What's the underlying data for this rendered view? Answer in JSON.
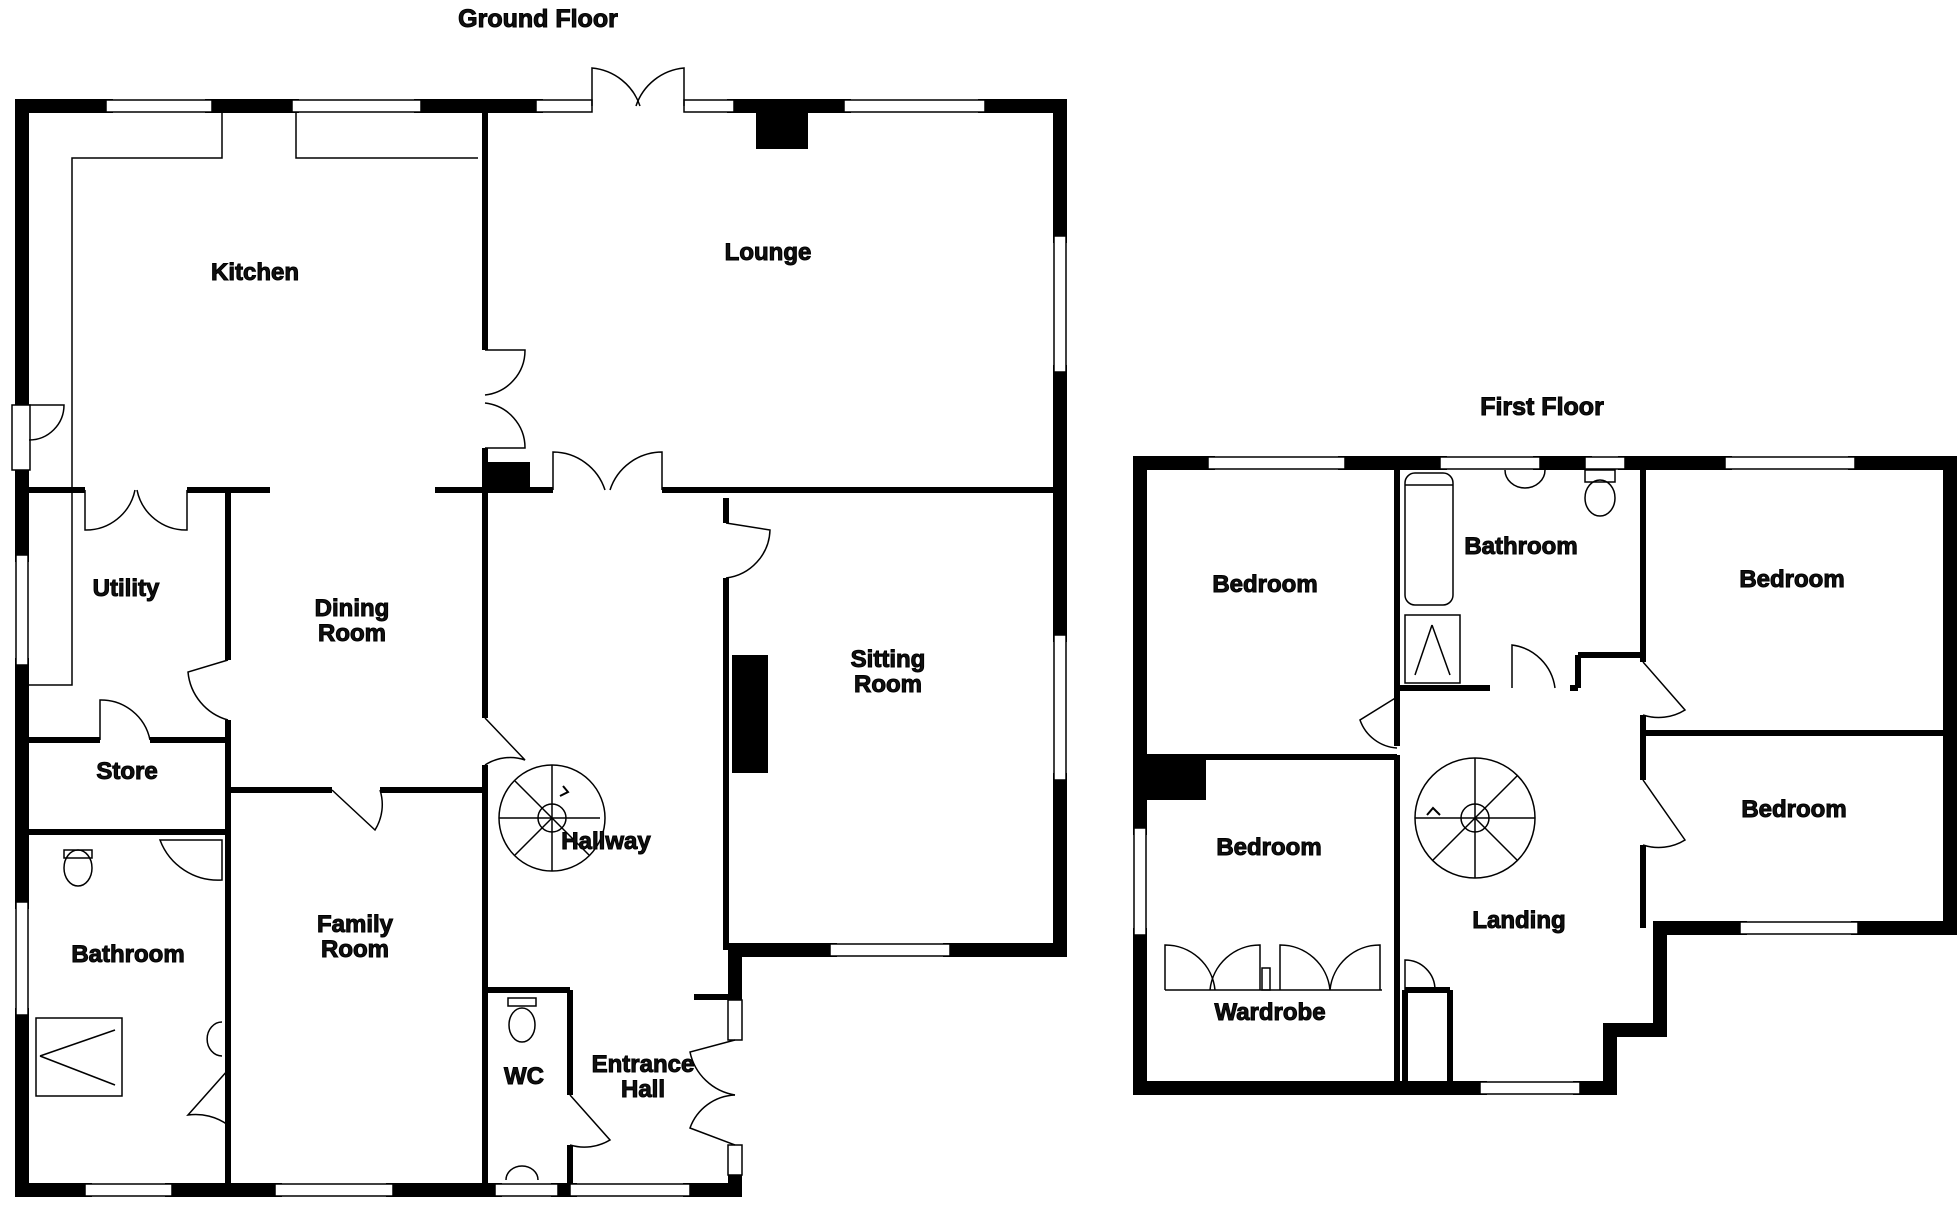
{
  "floors": {
    "ground": {
      "title": "Ground Floor",
      "rooms": {
        "kitchen": "Kitchen",
        "lounge": "Lounge",
        "utility": "Utility",
        "dining_1": "Dining",
        "dining_2": "Room",
        "sitting_1": "Sitting",
        "sitting_2": "Room",
        "store": "Store",
        "hallway": "Hallway",
        "bathroom": "Bathroom",
        "family_1": "Family",
        "family_2": "Room",
        "wc": "WC",
        "entrance_1": "Entrance",
        "entrance_2": "Hall"
      }
    },
    "first": {
      "title": "First Floor",
      "rooms": {
        "bedroom_nw": "Bedroom",
        "bathroom": "Bathroom",
        "bedroom_ne": "Bedroom",
        "bedroom_e": "Bedroom",
        "bedroom_sw": "Bedroom",
        "landing": "Landing",
        "wardrobe": "Wardrobe"
      }
    }
  },
  "colors": {
    "wall": "#000000",
    "window": "#ffffff",
    "fixture": "#444444"
  }
}
